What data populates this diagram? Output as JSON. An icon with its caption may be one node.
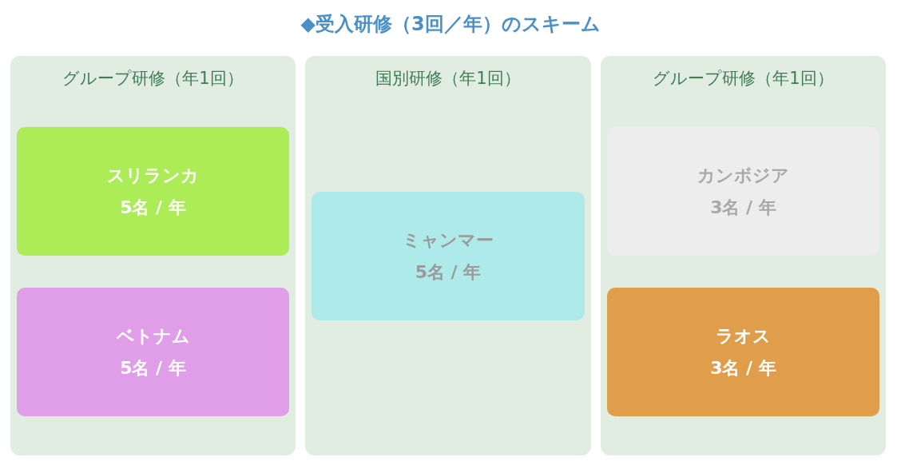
{
  "diagram": {
    "title": "◆受入研修（3回／年）のスキーム",
    "nodes": [
      {
        "text": [
          "グループ研修（年1回）"
        ]
      },
      {
        "text": [
          "スリランカ",
          "5名 / 年"
        ],
        "in": 0
      },
      {
        "text": [
          "ベトナム",
          "5名 / 年"
        ],
        "in": 0
      },
      {
        "text": [
          "国別研修（年1回）"
        ]
      },
      {
        "text": [
          "ミャンマー",
          "5名 / 年"
        ],
        "in": 3
      },
      {
        "text": [
          "グループ研修（年1回）"
        ]
      },
      {
        "text": [
          "カンボジア",
          "3名 / 年"
        ],
        "in": 5
      },
      {
        "text": [
          "ラオス",
          "3名 / 年"
        ],
        "in": 5
      }
    ]
  }
}
